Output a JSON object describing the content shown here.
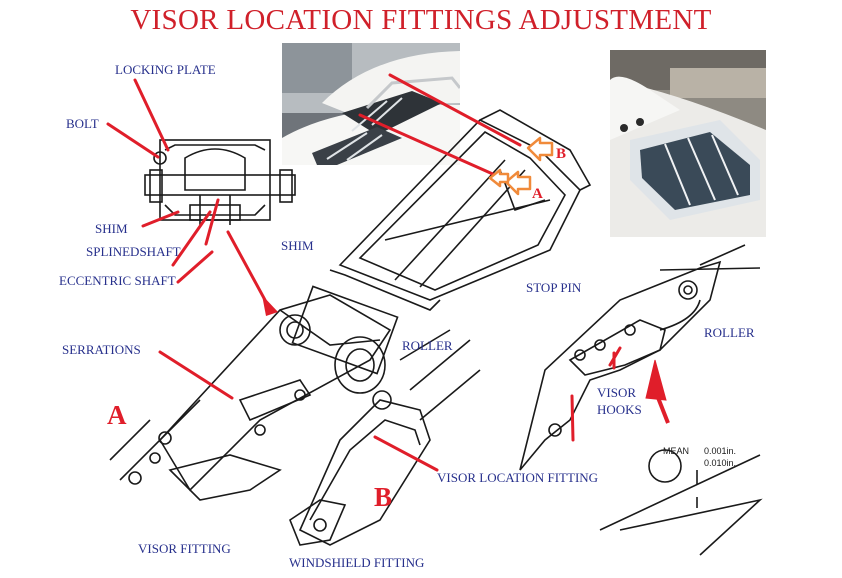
{
  "title": "VISOR LOCATION FITTINGS ADJUSTMENT",
  "labels": {
    "locking_plate": "LOCKING PLATE",
    "bolt": "BOLT",
    "shim_left": "SHIM",
    "shim_right": "SHIM",
    "splined_shaft": "SPLINEDSHAFT",
    "eccentric_shaft": "ECCENTRIC SHAFT",
    "serrations": "SERRATIONS",
    "roller_center": "ROLLER",
    "visor_location_fitting": "VISOR LOCATION FITTING",
    "visor_fitting": "VISOR FITTING",
    "windshield_fitting": "WINDSHIELD FITTING",
    "stop_pin": "STOP PIN",
    "roller_right": "ROLLER",
    "visor": "VISOR",
    "hooks": "HOOKS",
    "mean": "MEAN",
    "mean_value_1": "0.001in.",
    "mean_value_2": "0.010in."
  },
  "markers": {
    "big_a": "A",
    "big_b": "B",
    "small_a": "A",
    "small_b": "B"
  },
  "colors": {
    "title": "#d0202a",
    "label": "#27308c",
    "red_marker": "#e01e2a",
    "orange_arrow": "#f08a3a",
    "linework": "#1a1a1a"
  }
}
